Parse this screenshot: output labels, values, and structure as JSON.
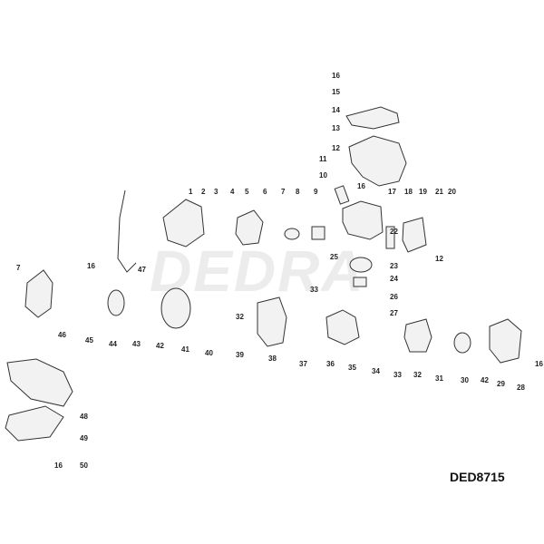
{
  "watermark": "DEDRA",
  "model_code": "DED8715",
  "callouts": [
    {
      "label": "16"
    },
    {
      "label": "15"
    },
    {
      "label": "14"
    },
    {
      "label": "13"
    },
    {
      "label": "12"
    },
    {
      "label": "11"
    },
    {
      "label": "10"
    },
    {
      "label": "9"
    },
    {
      "label": "16"
    },
    {
      "label": "8"
    },
    {
      "label": "7"
    },
    {
      "label": "6"
    },
    {
      "label": "5"
    },
    {
      "label": "4"
    },
    {
      "label": "3"
    },
    {
      "label": "2"
    },
    {
      "label": "1"
    },
    {
      "label": "17"
    },
    {
      "label": "18"
    },
    {
      "label": "19"
    },
    {
      "label": "21"
    },
    {
      "label": "20"
    },
    {
      "label": "22"
    },
    {
      "label": "23"
    },
    {
      "label": "24"
    },
    {
      "label": "25"
    },
    {
      "label": "26"
    },
    {
      "label": "27"
    },
    {
      "label": "12"
    },
    {
      "label": "16"
    },
    {
      "label": "47"
    },
    {
      "label": "7"
    },
    {
      "label": "46"
    },
    {
      "label": "45"
    },
    {
      "label": "44"
    },
    {
      "label": "43"
    },
    {
      "label": "42"
    },
    {
      "label": "41"
    },
    {
      "label": "40"
    },
    {
      "label": "39"
    },
    {
      "label": "38"
    },
    {
      "label": "32"
    },
    {
      "label": "33"
    },
    {
      "label": "37"
    },
    {
      "label": "36"
    },
    {
      "label": "35"
    },
    {
      "label": "34"
    },
    {
      "label": "33"
    },
    {
      "label": "32"
    },
    {
      "label": "31"
    },
    {
      "label": "30"
    },
    {
      "label": "42"
    },
    {
      "label": "29"
    },
    {
      "label": "28"
    },
    {
      "label": "16"
    },
    {
      "label": "48"
    },
    {
      "label": "49"
    },
    {
      "label": "16"
    },
    {
      "label": "50"
    }
  ]
}
